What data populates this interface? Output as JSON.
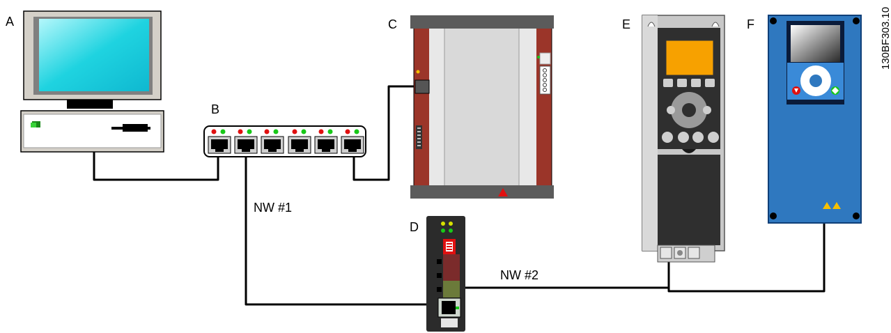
{
  "labels": {
    "a": "A",
    "b": "B",
    "c": "C",
    "d": "D",
    "e": "E",
    "f": "F"
  },
  "networks": {
    "nw1": "NW #1",
    "nw2": "NW #2"
  },
  "figure_code": "130BF303.10",
  "colors": {
    "screen": "#1fd3e0",
    "monitor_body": "#d4d0c8",
    "plc_frame": "#9b3529",
    "plc_panel": "#d9d9d9",
    "drive_e_lcp_display": "#f7a100",
    "drive_f_body": "#2f78bf",
    "led_red": "#e01010",
    "led_green": "#18c818",
    "warning_yellow": "#f6c000"
  }
}
